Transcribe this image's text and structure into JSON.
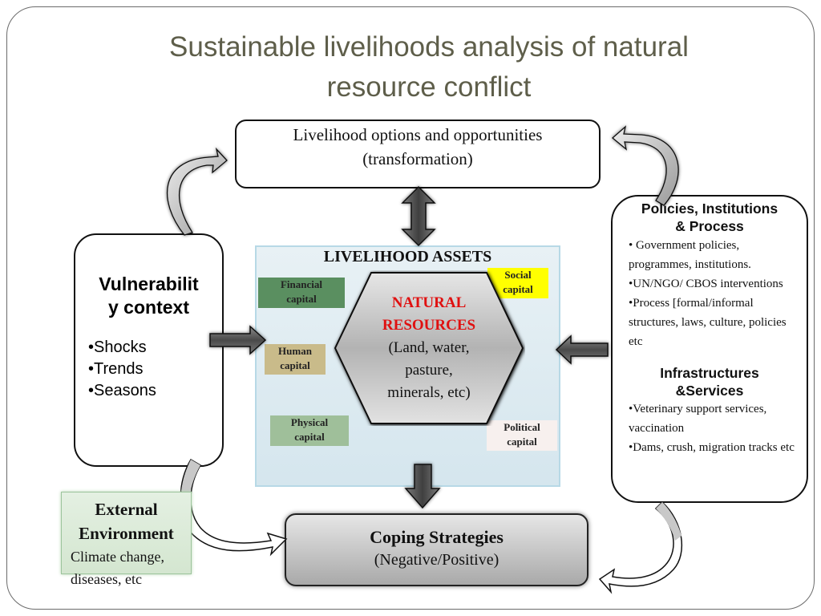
{
  "slide": {
    "title_line1": "Sustainable livelihoods analysis of natural",
    "title_line2": "resource conflict"
  },
  "options": {
    "line1": "Livelihood options and opportunities",
    "line2": "(transformation)"
  },
  "vulnerability": {
    "title_line1": "Vulnerabilit",
    "title_line2": "y context",
    "items": [
      "•Shocks",
      "•Trends",
      "•Seasons"
    ]
  },
  "assets": {
    "title": "LIVELIHOOD ASSETS",
    "capitals": {
      "financial": {
        "line1": "Financial",
        "line2": "capital",
        "color": "#5a8f60"
      },
      "human": {
        "line1": "Human",
        "line2": "capital",
        "color": "#c9bb8a"
      },
      "physical": {
        "line1": "Physical",
        "line2": "capital",
        "color": "#9fbf9a"
      },
      "social": {
        "line1": "Social",
        "line2": "capital",
        "color": "#ffff00"
      },
      "political": {
        "line1": "Political",
        "line2": "capital",
        "color": "#f7f0ee"
      }
    },
    "natural": {
      "line1": "NATURAL",
      "line2": "RESOURCES",
      "line3": "(Land, water,",
      "line4": "pasture,",
      "line5": "minerals,  etc)",
      "accent_color": "#e01010"
    }
  },
  "policies": {
    "title_line1": "Policies, Institutions",
    "title_line2": "& Process",
    "items": [
      "• Government policies, programmes, institutions.",
      "•UN/NGO/ CBOS interventions",
      "•Process [formal/informal structures, laws, culture, policies etc"
    ],
    "infra_title_line1": "Infrastructures",
    "infra_title_line2": "&Services",
    "infra_items": [
      "•Veterinary support services, vaccination",
      "•Dams, crush, migration tracks etc"
    ]
  },
  "external": {
    "title_line1": "External",
    "title_line2": "Environment",
    "desc": "Climate change, diseases, etc"
  },
  "coping": {
    "title": "Coping Strategies",
    "subtitle": "(Negative/Positive)"
  },
  "arrows": {
    "vulnerability_to_options": "curved-arrow",
    "policies_to_options": "curved-arrow",
    "options_assets": "double-arrow",
    "vulnerability_to_assets": "right-arrow",
    "policies_to_assets": "left-arrow",
    "assets_to_coping": "down-arrow",
    "vulnerability_to_coping": "curved-arrow",
    "policies_to_coping": "curved-arrow"
  }
}
